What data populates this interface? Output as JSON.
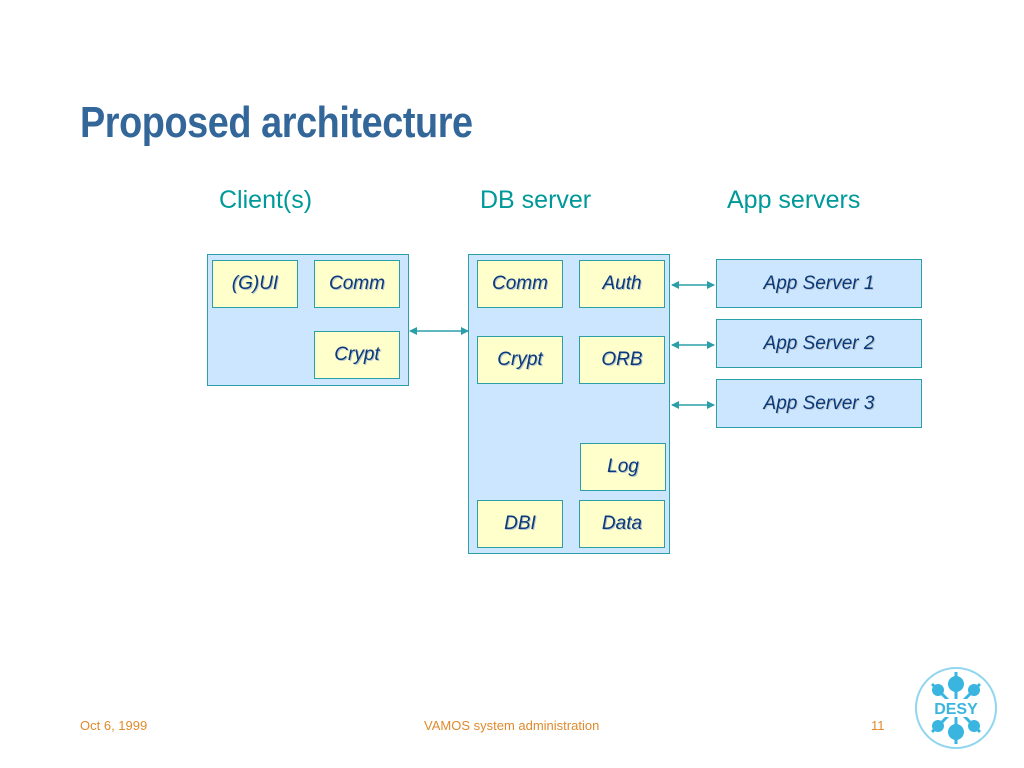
{
  "slide": {
    "title": "Proposed architecture"
  },
  "columns": {
    "client": "Client(s)",
    "db": "DB server",
    "app": "App servers"
  },
  "client": {
    "modules": [
      "(G)UI",
      "Comm",
      "Crypt"
    ]
  },
  "db_server": {
    "modules": [
      "Comm",
      "Auth",
      "Crypt",
      "ORB",
      "Log",
      "DBI",
      "Data"
    ]
  },
  "app_servers": [
    "App Server 1",
    "App Server 2",
    "App Server 3"
  ],
  "footer": {
    "date": "Oct 6, 1999",
    "center": "VAMOS system administration",
    "page": "11"
  },
  "logo": {
    "text": "DESY",
    "icon": "desy-logo-icon"
  },
  "colors": {
    "title": "#336699",
    "column_label": "#009999",
    "group_fill": "#cce6ff",
    "module_fill": "#ffffcc",
    "border": "#2b9fa8",
    "module_text": "#0a3a7a",
    "footer_text": "#e08a2c"
  }
}
